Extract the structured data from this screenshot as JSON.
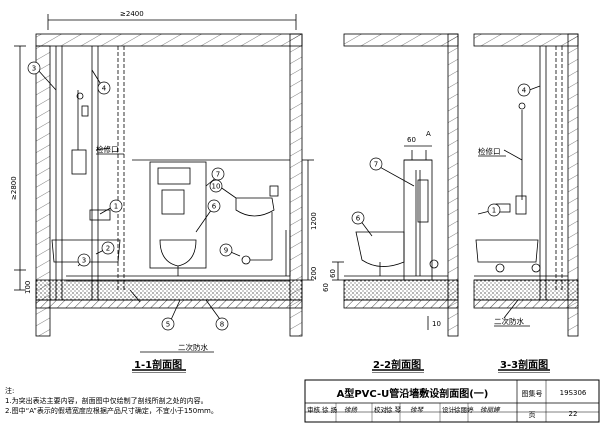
{
  "sections": {
    "s1": "1-1剖面图",
    "s2": "2-2剖面图",
    "s3": "3-3剖面图"
  },
  "dims": {
    "width_top": "≥2400",
    "height_left": "≥2800",
    "d100": "100",
    "d1200": "1200",
    "d200": "200",
    "d60a": "60",
    "d60b": "60",
    "d60_top": "60",
    "a_top": "A",
    "d10": "10"
  },
  "labels": {
    "jianxiukou_1": "检修口",
    "jianxiukou_3": "检修口",
    "ercifangshui_1": "二次防水",
    "ercifangshui_3": "二次防水"
  },
  "markers": [
    "1",
    "2",
    "3",
    "4",
    "5",
    "6",
    "7",
    "8",
    "9",
    "10"
  ],
  "notes": {
    "head": "注:",
    "line1": "1.为突出表达主要内容，剖面图中仅绘制了剖线所剖之处的内容。",
    "line2": "2.图中“A”表示的假墙宽度应根据产品尺寸确定，不宜小于150mm。"
  },
  "title_block": {
    "title": "A型PVC-U管沿墙敷设剖面图(一)",
    "atlas_label": "图集号",
    "atlas_no": "19S306",
    "review_label": "审核",
    "reviewer": "徐 扬",
    "check_label": "校对",
    "checker": "徐 琴",
    "design_label": "设计",
    "designer": "徐丽婷",
    "page_label": "页",
    "page_no": "22"
  }
}
